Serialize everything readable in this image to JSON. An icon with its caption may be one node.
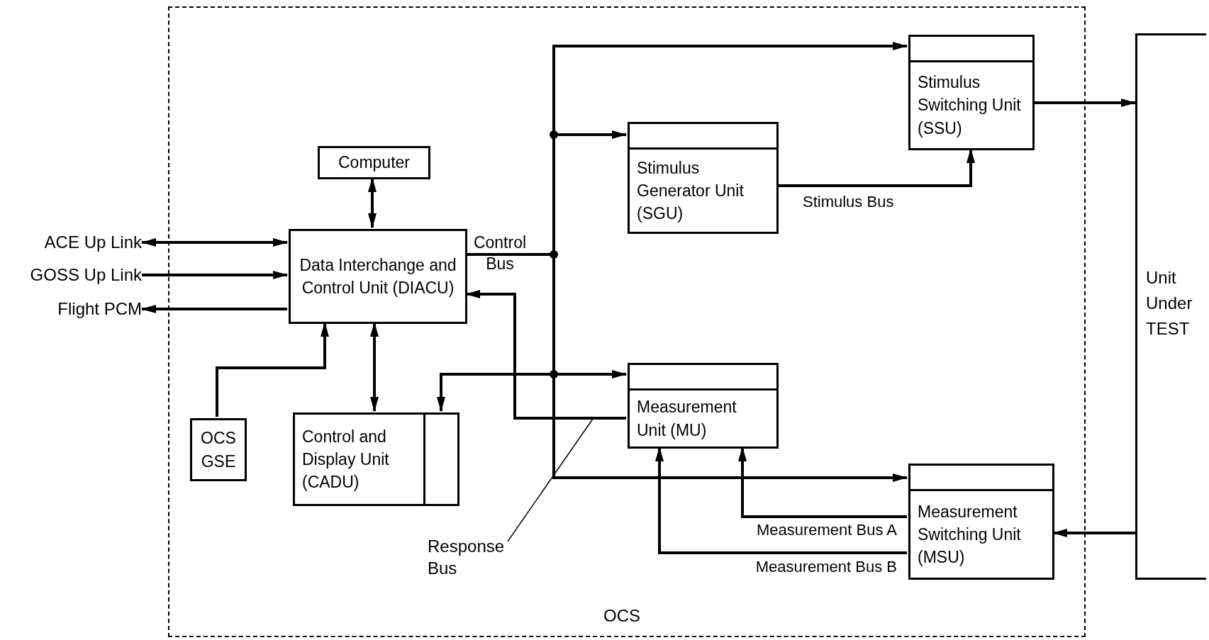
{
  "diagram": {
    "nodes": [
      {
        "text": [
          "OCS"
        ]
      },
      {
        "text": [
          "Computer"
        ],
        "in": 0
      },
      {
        "text": [
          "ACE Up Link"
        ]
      },
      {
        "text": [
          "GOSS Up Link"
        ]
      },
      {
        "text": [
          "Flight PCM"
        ]
      },
      {
        "text": [
          "Data Interchange and Control Unit (DIACU)"
        ],
        "in": 0
      },
      {
        "text": [
          "Stimulus Switching Unit (SSU)"
        ],
        "in": 0
      },
      {
        "text": [
          "Stimulus Generator Unit (SGU)"
        ],
        "in": 0
      },
      {
        "text": [
          "OCS GSE"
        ],
        "in": 0
      },
      {
        "text": [
          "Control and Display Unit (CADU)"
        ],
        "in": 0
      },
      {
        "text": [
          "Measurement Unit (MU)"
        ],
        "in": 0
      },
      {
        "text": [
          "Measurement Switching Unit (MSU)"
        ],
        "in": 0
      },
      {
        "text": [
          "Response Bus"
        ],
        "in": 0
      },
      {
        "text": [
          "Unit Under TEST"
        ]
      }
    ],
    "edges": [
      {
        "from": 1,
        "to": 5,
        "arrow": "both"
      },
      {
        "from": 2,
        "to": 5,
        "arrow": "both"
      },
      {
        "from": 3,
        "to": 5,
        "arrow": "to"
      },
      {
        "from": 5,
        "to": 4,
        "arrow": "to"
      },
      {
        "from": 8,
        "to": 5,
        "arrow": "to"
      },
      {
        "from": 5,
        "to": 9,
        "arrow": "both"
      },
      {
        "from": 5,
        "to": 6,
        "arrow": "to"
      },
      {
        "from": 5,
        "to": 7,
        "arrow": "to"
      },
      {
        "from": 5,
        "to": 10,
        "arrow": "to"
      },
      {
        "from": 5,
        "to": 9,
        "arrow": "to"
      },
      {
        "from": 5,
        "to": 11,
        "arrow": "to"
      },
      {
        "from": 10,
        "to": 5,
        "arrow": "to"
      },
      {
        "from": 7,
        "to": 6,
        "arrow": "to",
        "label": "Stimulus Bus"
      },
      {
        "from": 6,
        "to": 13,
        "arrow": "to"
      },
      {
        "from": 13,
        "to": 11,
        "arrow": "to"
      },
      {
        "from": 11,
        "to": 10,
        "arrow": "to",
        "label": "Measurement Bus A"
      },
      {
        "from": 11,
        "to": 10,
        "arrow": "to",
        "label": "Measurement Bus B"
      },
      {
        "from": 12,
        "to": null,
        "arrow": "none"
      }
    ],
    "labels": [
      "Control Bus"
    ]
  }
}
